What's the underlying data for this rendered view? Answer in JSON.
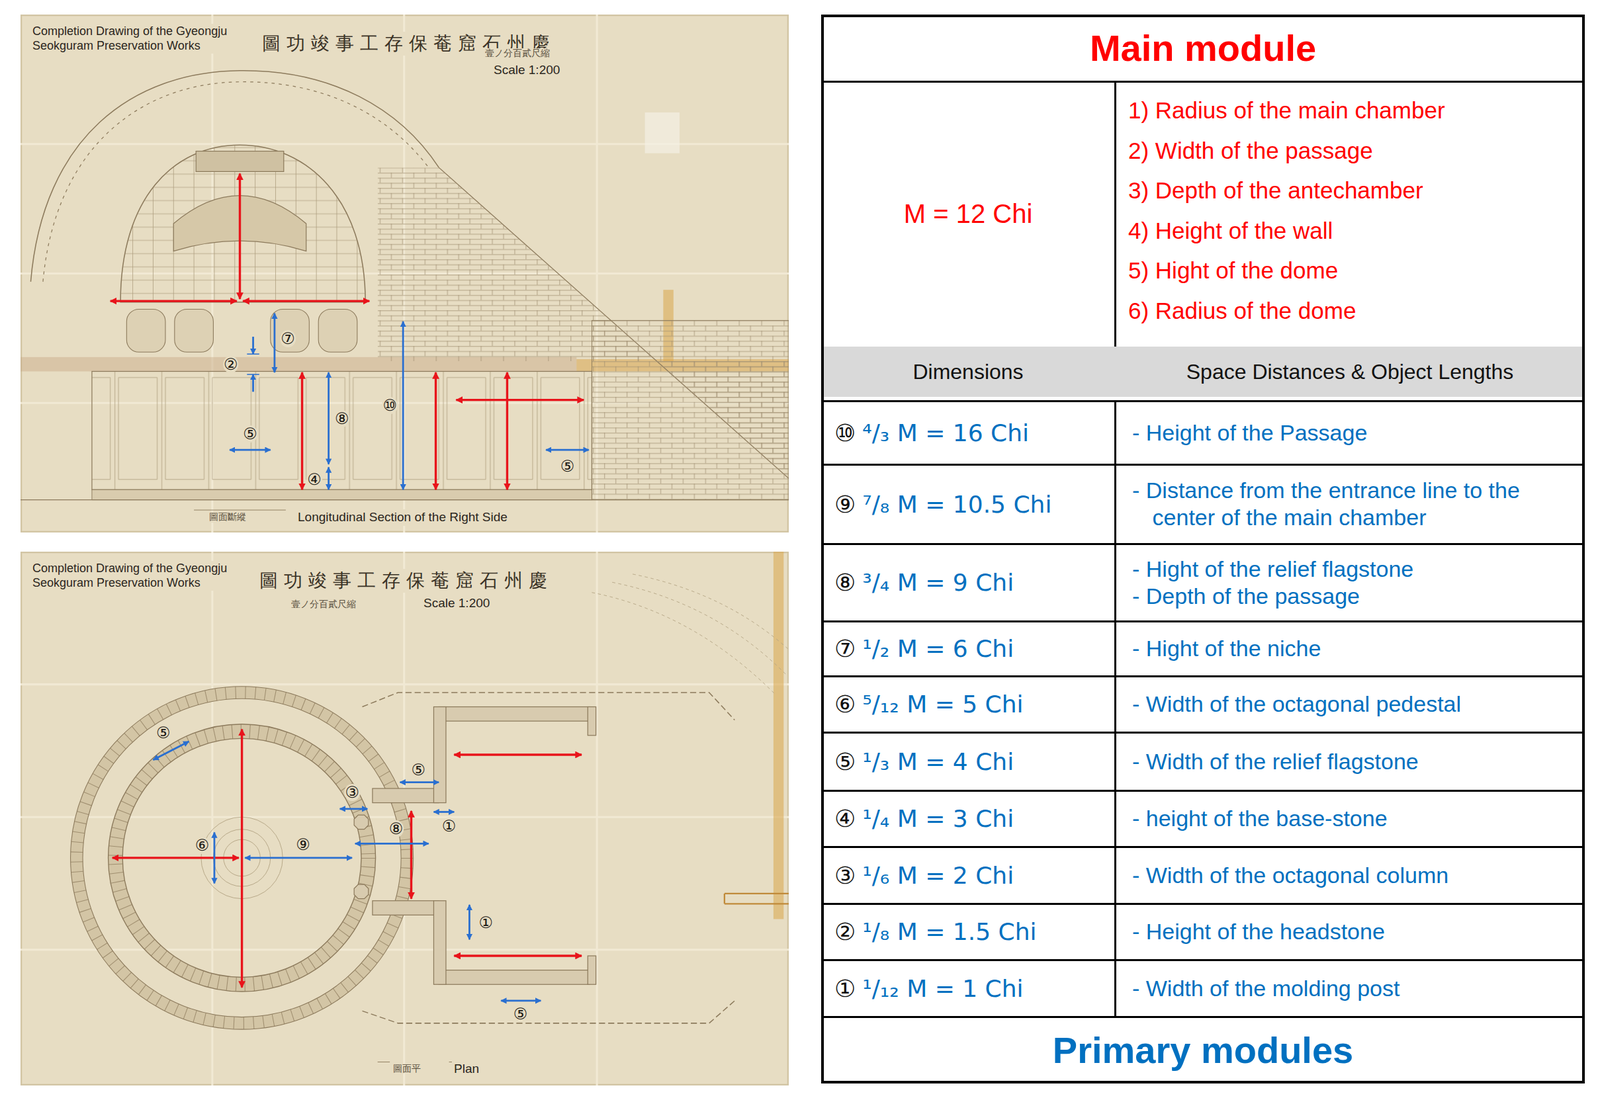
{
  "diagram": {
    "nodes": [
      {
        "text": [
          "Completion Drawing of the Gyeongju Seokguram Preservation Works",
          "圖功竣事工存保菴窟石州慶",
          "Scale 1:200",
          "Longitudinal Section of the Right Side"
        ]
      },
      {
        "text": [
          "Completion Drawing of the Gyeongju Seokguram Preservation Works",
          "圖功竣事工存保菴窟石州慶",
          "Scale 1:200",
          "Plan"
        ]
      }
    ],
    "labels": [
      "⑦",
      "②",
      "⑧",
      "⑩",
      "⑤",
      "④",
      "⑤",
      "壹ノ分百貳尺縮",
      "圖面斷縱",
      "⑤",
      "③",
      "⑤",
      "①",
      "⑧",
      "⑥",
      "⑨",
      "①",
      "⑤",
      "壹ノ分百貳尺縮",
      "圖面平",
      "Main module",
      "M = 12 Chi",
      "1) Radius of the main chamber",
      "2) Width of the passage",
      "3) Depth of the antechamber",
      "4) Height of the wall",
      "5) Hight of the dome",
      "6) Radius of the dome",
      "Dimensions",
      "Space Distances & Object Lengths",
      "⑩",
      "⁴/₃ M = 16 Chi",
      "- Height of the Passage",
      "⑨",
      "⁷/₈ M = 10.5 Chi",
      "- Distance from the entrance line to the center of the main chamber",
      "⑧",
      "³/₄ M = 9 Chi",
      "- Hight of the relief flagstone",
      "- Depth of the passage",
      "⑦",
      "¹/₂ M = 6 Chi",
      "- Hight of the niche",
      "⑥",
      "⁵/₁₂ M = 5 Chi",
      "- Width of the octagonal pedestal",
      "⑤",
      "¹/₃ M = 4 Chi",
      "- Width of the relief flagstone",
      "④",
      "¹/₄ M = 3 Chi",
      "- height of the base-stone",
      "③",
      "¹/₆ M = 2 Chi",
      "- Width of the octagonal column",
      "②",
      "¹/₈ M = 1.5 Chi",
      "- Height of the headstone",
      "①",
      "¹/₁₂ M = 1 Chi",
      "- Width of the molding post",
      "Primary modules"
    ]
  }
}
